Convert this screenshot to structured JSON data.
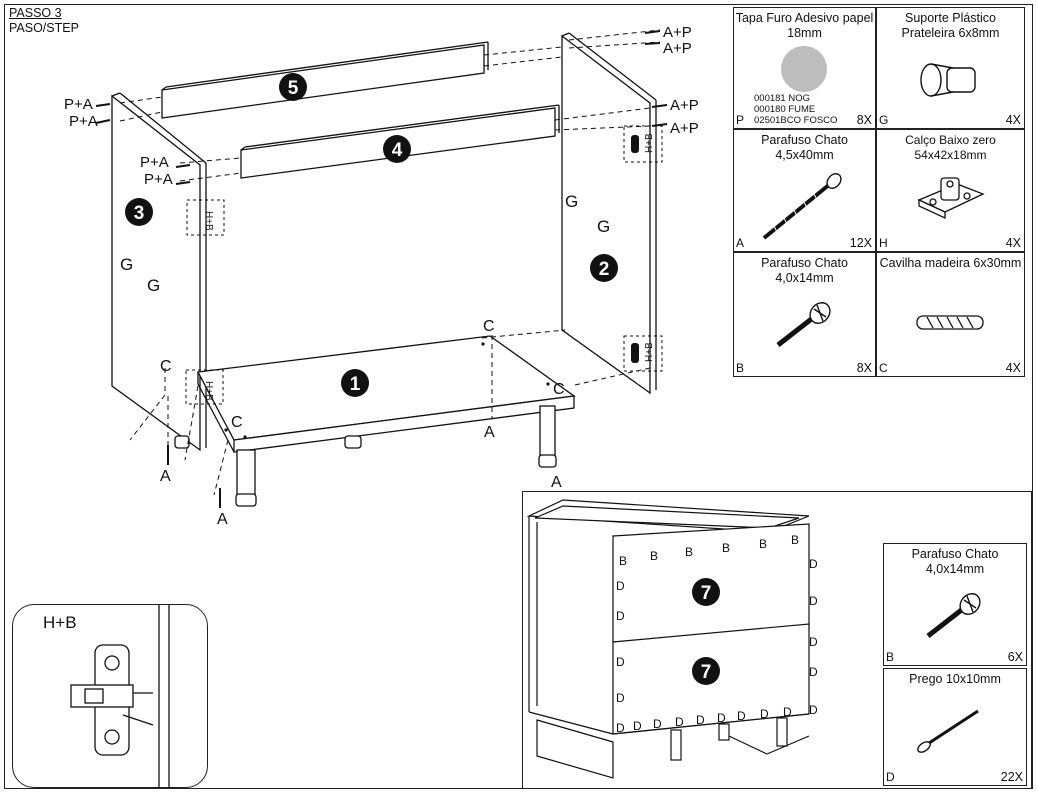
{
  "step": {
    "title": "PASSO 3",
    "subtitle": "PASO/STEP"
  },
  "panels": {
    "p1": "1",
    "p2": "2",
    "p3": "3",
    "p4": "4",
    "p5": "5",
    "p7a": "7",
    "p7b": "7"
  },
  "callouts": {
    "ap1": "A+P",
    "ap2": "A+P",
    "ap3": "A+P",
    "ap4": "A+P",
    "pa1": "P+A",
    "pa2": "P+A",
    "pa3": "P+A",
    "pa4": "P+A",
    "hb": "H+B",
    "g": "G",
    "c": "C",
    "a": "A"
  },
  "parts": {
    "P": {
      "title": "Tapa Furo Adesivo papel 18mm",
      "letter": "P",
      "qty": "8X",
      "codes": [
        "000181 NOG",
        "000180 FUME",
        "02501BCO FOSCO"
      ]
    },
    "G": {
      "title": "Suporte Plástico Prateleira 6x8mm",
      "letter": "G",
      "qty": "4X"
    },
    "A": {
      "title": "Parafuso Chato 4,5x40mm",
      "letter": "A",
      "qty": "12X"
    },
    "H": {
      "title": "Calço Baixo zero 54x42x18mm",
      "letter": "H",
      "qty": "4X"
    },
    "B": {
      "title": "Parafuso Chato 4,0x14mm",
      "letter": "B",
      "qty": "8X"
    },
    "C": {
      "title": "Cavilha madeira 6x30mm",
      "letter": "C",
      "qty": "4X"
    },
    "B2": {
      "title": "Parafuso Chato 4,0x14mm",
      "letter": "B",
      "qty": "6X"
    },
    "D": {
      "title": "Prego 10x10mm",
      "letter": "D",
      "qty": "22X"
    }
  },
  "inset": {
    "b": "B",
    "d": "D"
  },
  "hb_callout": {
    "title": "H+B"
  },
  "colors": {
    "line": "#111111",
    "gray": "#bdbdbd",
    "disc": "#111111"
  }
}
